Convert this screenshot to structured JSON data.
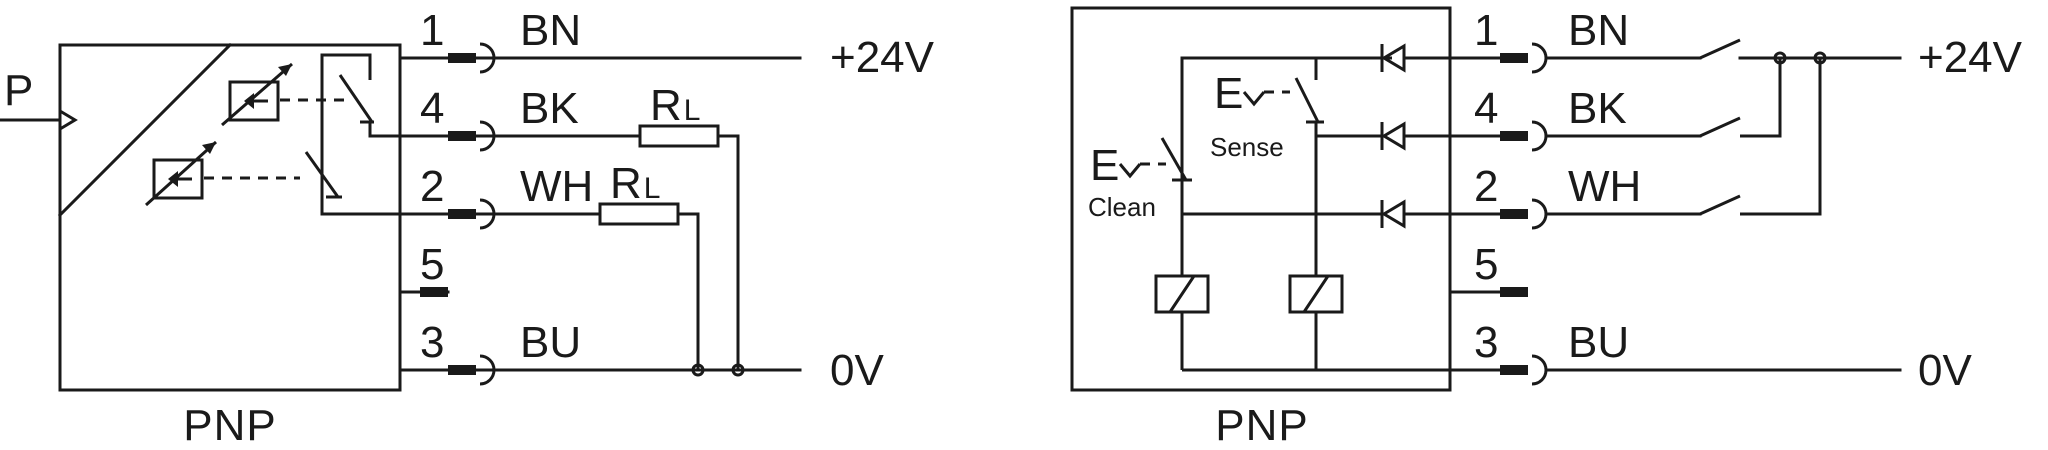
{
  "left": {
    "input_label": "P",
    "caption": "PNP",
    "pins": [
      {
        "num": "1",
        "color": "BN"
      },
      {
        "num": "4",
        "color": "BK"
      },
      {
        "num": "2",
        "color": "WH"
      },
      {
        "num": "5",
        "color": ""
      },
      {
        "num": "3",
        "color": "BU"
      }
    ],
    "supply_pos": "+24V",
    "supply_neg": "0V",
    "load_main": "R",
    "load_sub": "L"
  },
  "right": {
    "caption": "PNP",
    "pins": [
      {
        "num": "1",
        "color": "BN"
      },
      {
        "num": "4",
        "color": "BK"
      },
      {
        "num": "2",
        "color": "WH"
      },
      {
        "num": "5",
        "color": ""
      },
      {
        "num": "3",
        "color": "BU"
      }
    ],
    "supply_pos": "+24V",
    "supply_neg": "0V",
    "switch_clean_letter": "E",
    "switch_clean_label": "Clean",
    "switch_sense_letter": "E",
    "switch_sense_label": "Sense"
  }
}
